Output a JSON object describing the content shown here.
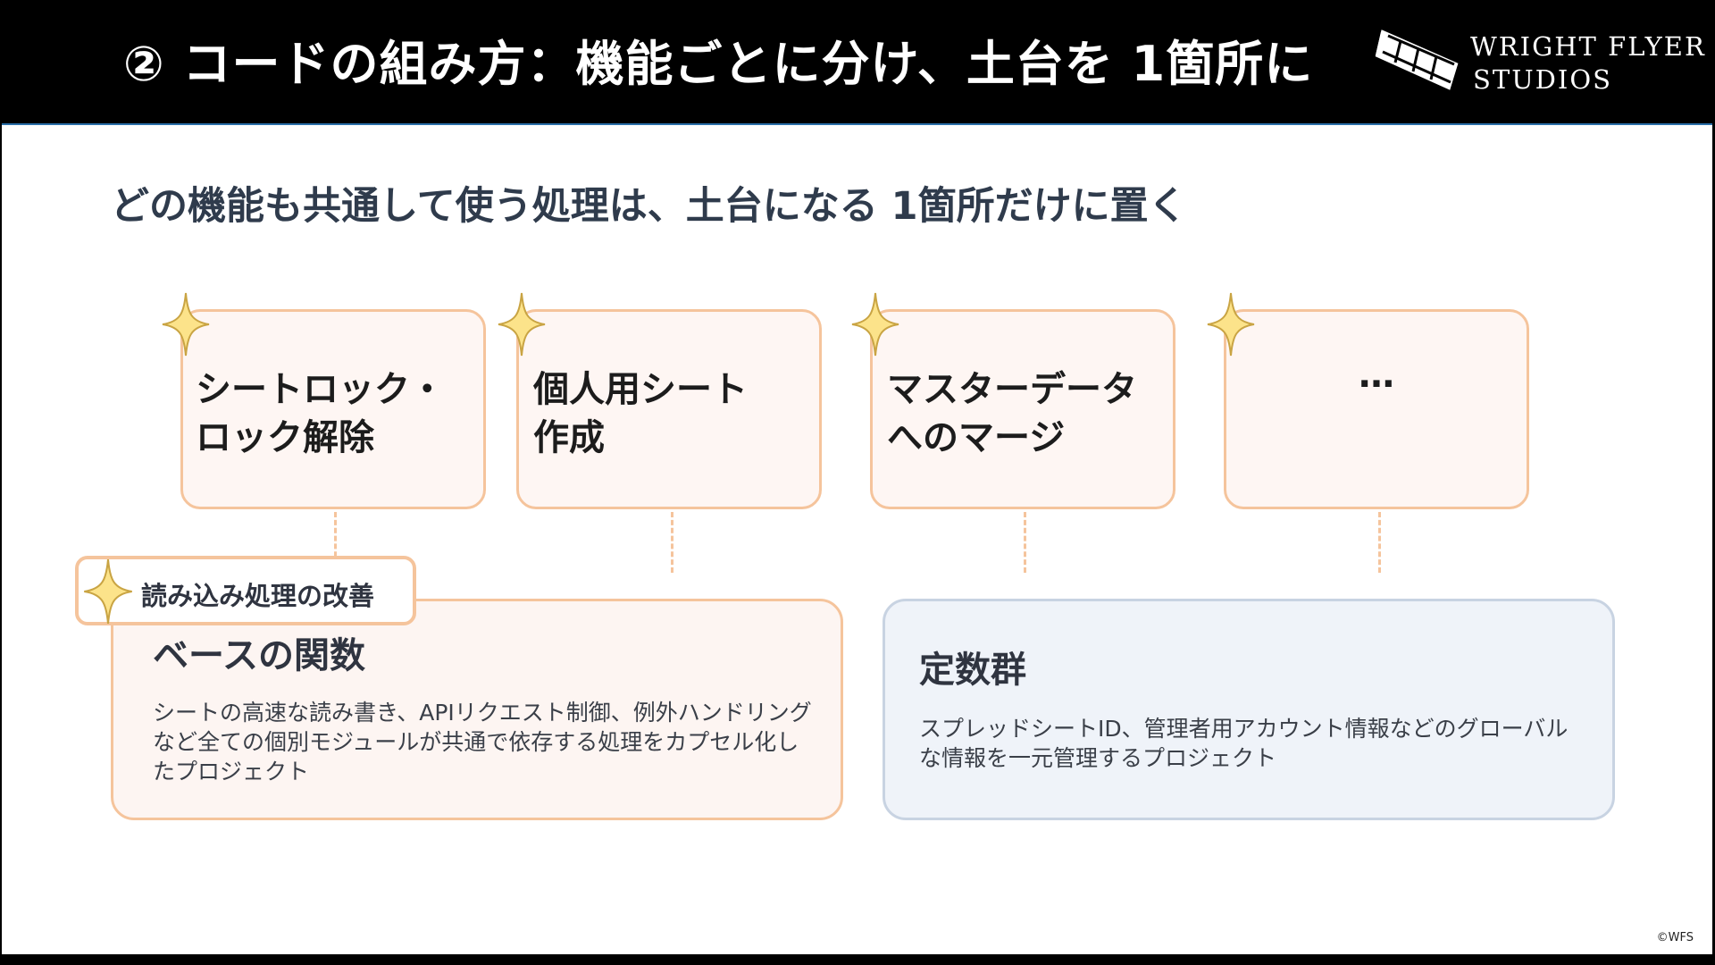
{
  "header": {
    "title": "② コードの組み方：機能ごとに分け、土台を 1箇所に",
    "logo_line1": "WRIGHT FLYER",
    "logo_line2": "STUDIOS"
  },
  "subtitle": "どの機能も共通して使う処理は、土台になる 1箇所だけに置く",
  "features": [
    {
      "line1": "シートロック・",
      "line2": "ロック解除"
    },
    {
      "line1": "個人用シート",
      "line2": "作成"
    },
    {
      "line1": "マスターデータ",
      "line2": "へのマージ"
    },
    {
      "line1": "…",
      "line2": ""
    }
  ],
  "base": {
    "tag": "読み込み処理の改善",
    "title": "ベースの関数",
    "desc": "シートの高速な読み書き、APIリクエスト制御、例外ハンドリングなど全ての個別モジュールが共通で依存する処理をカプセル化したプロジェクト"
  },
  "constants": {
    "title": "定数群",
    "desc": "スプレッドシートID、管理者用アカウント情報などのグローバルな情報を一元管理するプロジェクト"
  },
  "copyright": "©WFS",
  "colors": {
    "header_bg": "#000000",
    "accent_border": "#f5c49c",
    "feature_fill": "#fef6f3",
    "constants_fill": "#eff3f9",
    "sparkle": "#fce38a"
  },
  "icons": {
    "sparkle": "four-point-star-icon",
    "logo": "airplane-logo-icon"
  }
}
